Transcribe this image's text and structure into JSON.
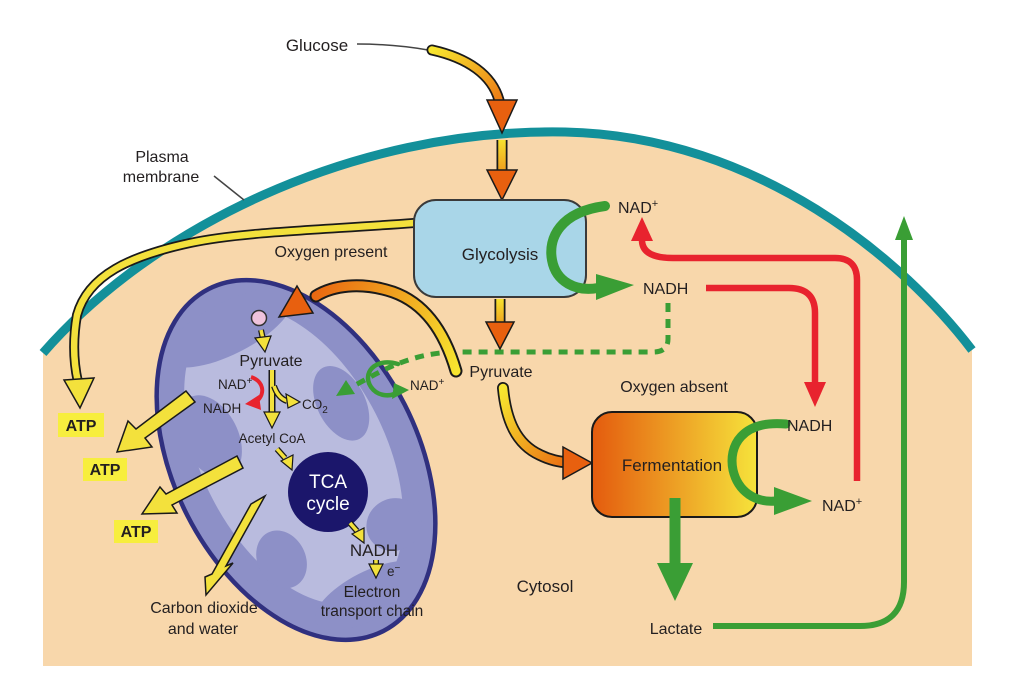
{
  "labels": {
    "glucose": "Glucose",
    "plasma_membrane_line1": "Plasma",
    "plasma_membrane_line2": "membrane",
    "glycolysis": "Glycolysis",
    "nad": "NAD",
    "plus": "+",
    "minus": "−",
    "nadh": "NADH",
    "pyruvate": "Pyruvate",
    "oxygen_present": "Oxygen present",
    "oxygen_absent": "Oxygen absent",
    "fermentation": "Fermentation",
    "lactate": "Lactate",
    "cytosol": "Cytosol",
    "atp": "ATP",
    "co2_base": "CO",
    "co2_sub": "2",
    "acetyl_coa": "Acetyl CoA",
    "tca_line1": "TCA",
    "tca_line2": "cycle",
    "e_base": "e",
    "electron_line1": "Electron",
    "electron_line2": "transport chain",
    "carbon_dioxide_line1": "Carbon dioxide",
    "carbon_dioxide_line2": "and water"
  },
  "colors": {
    "background": "#ffffff",
    "cytoplasm": "#f8d7ab",
    "membrane": "#13909a",
    "glycolysis_box": "#a9d6e8",
    "glycolysis_border": "#3a3a3a",
    "fermentation_left": "#e45b0e",
    "fermentation_right": "#f6e33b",
    "mito_outer": "#8d90c7",
    "mito_border": "#30307f",
    "mito_matrix": "#b9bbde",
    "tca_circle": "#1b166b",
    "green": "#3a9e35",
    "red": "#e8232e",
    "yellow": "#f3e13c",
    "orange": "#e8600f",
    "bright_yellow": "#f7e52f",
    "atp_highlight": "#f7ee3e",
    "pink_dot": "#efc3dc"
  }
}
